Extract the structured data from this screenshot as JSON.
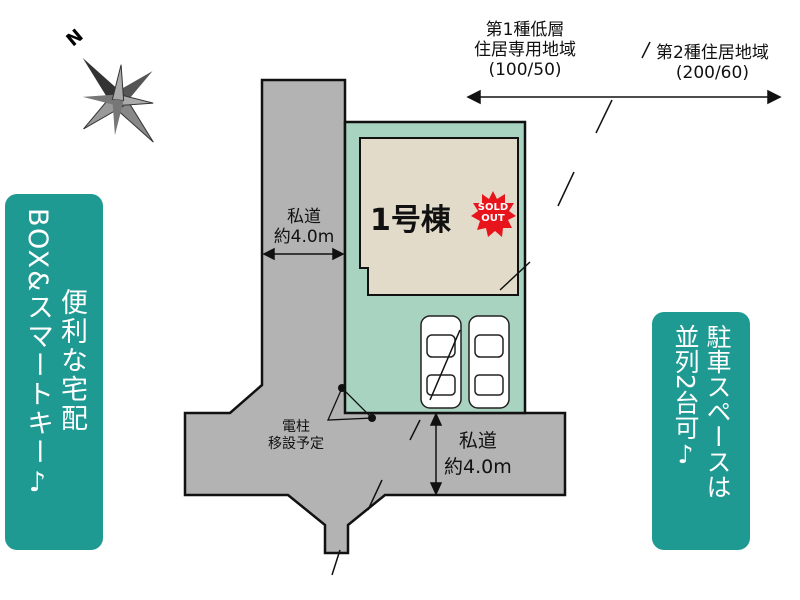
{
  "compass": {
    "north_label": "N"
  },
  "zoning": {
    "left": {
      "line1": "第1種低層",
      "line2": "住居専用地域",
      "ratio": "(100/50)"
    },
    "right": {
      "line1": "第2種住居地域",
      "ratio": "(200/60)"
    }
  },
  "roads": {
    "vertical": {
      "name": "私道",
      "width": "約4.0m"
    },
    "horizontal": {
      "name": "私道",
      "width": "約4.0m"
    }
  },
  "lot": {
    "label": "1号棟",
    "badge": "SOLD OUT"
  },
  "pole_note": {
    "line1": "電柱",
    "line2": "移設予定"
  },
  "left_box": {
    "col1": "便利な宅配",
    "col2": "BOX&スマートキー♪"
  },
  "right_box": {
    "col1": "駐車スペースは",
    "col2": "並列2台可♪"
  },
  "colors": {
    "teal": "#1f9a93",
    "road": "#b3b3b3",
    "lot": "#a8d3c0",
    "house": "#e2dbc9",
    "sold": "#e8141c"
  }
}
